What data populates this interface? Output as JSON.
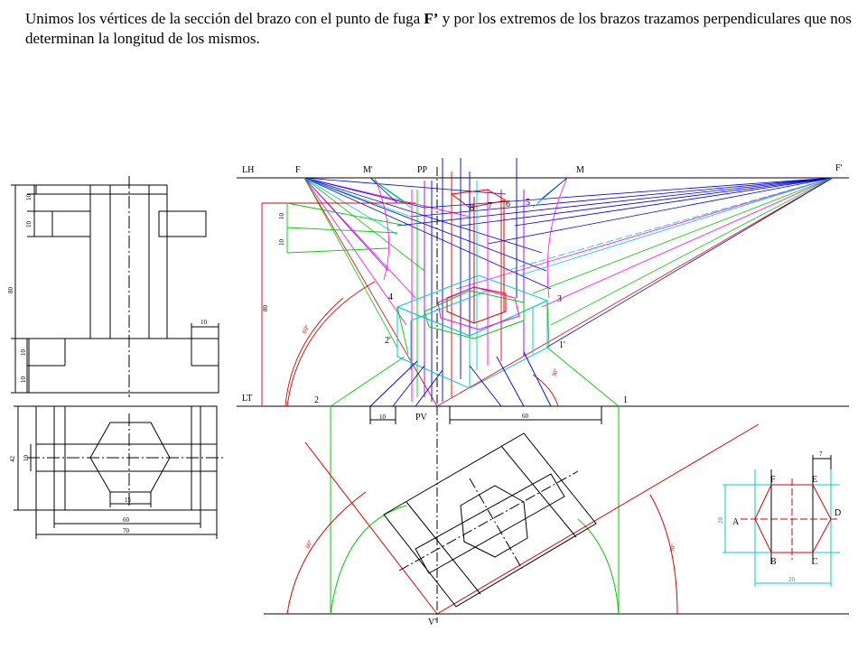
{
  "caption": {
    "part1": "Unimos los vértices de la sección del brazo con el punto de fuga ",
    "bold": "F’",
    "part2": " y por los extremos de los brazos trazamos perpendiculares que nos determinan la longitud de los mismos."
  },
  "front_view": {
    "dims": {
      "top_10": "10",
      "arm_10": "10",
      "height_80": "80",
      "base_10a": "10",
      "base_10b": "10",
      "side_10": "10"
    }
  },
  "plan_view": {
    "dims": {
      "depth_42": "42",
      "arm_10": "10",
      "hex_15": "15",
      "width_60": "60",
      "width_70": "70"
    }
  },
  "perspective": {
    "labels": {
      "lh": "LH",
      "lt": "LT",
      "f": "F",
      "m_prime": "M'",
      "pp": "PP",
      "m": "M",
      "f_prime": "F'",
      "pv": "PV",
      "v2": "V''",
      "p2": "2",
      "p1": "1",
      "p2p": "2'",
      "p1p": "1'",
      "p3": "3",
      "p4": "4",
      "p5": "5",
      "p6": "6",
      "p7": "7",
      "p8": "8"
    },
    "dims": {
      "v10a": "10",
      "v10b": "10",
      "v80": "80",
      "b10": "10",
      "b60": "60"
    },
    "angles": {
      "a60_upper": "60º",
      "a30_upper": "30º",
      "a60_lower": "60º",
      "a30_lower": "30º"
    }
  },
  "section_detail": {
    "labels": {
      "a": "A",
      "b": "B",
      "c": "C",
      "d": "D",
      "e": "E",
      "f": "F"
    },
    "dims": {
      "top_7": "7",
      "side_20": "20",
      "bottom_20": "20"
    }
  }
}
